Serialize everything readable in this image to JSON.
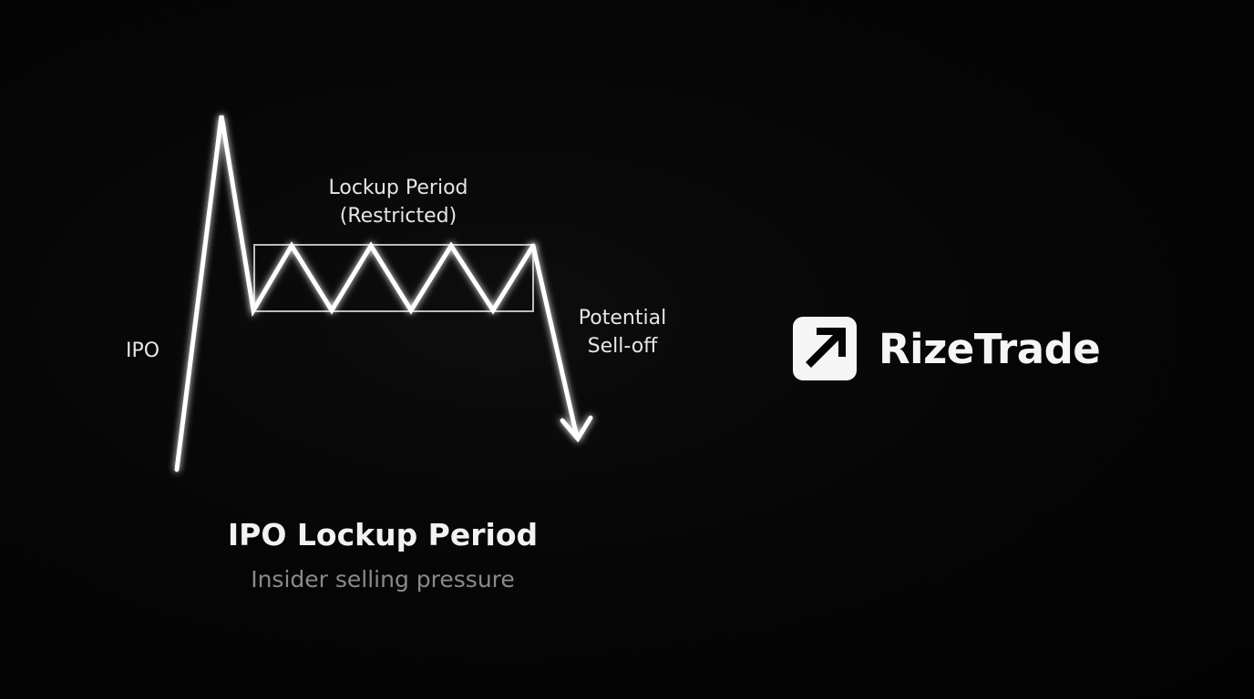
{
  "diagram": {
    "labels": {
      "ipo": "IPO",
      "lockup_line1": "Lockup Period",
      "lockup_line2": "(Restricted)",
      "selloff_line1": "Potential",
      "selloff_line2": "Sell-off"
    },
    "title": "IPO Lockup Period",
    "subtitle": "Insider selling pressure",
    "line_color": "#ffffff",
    "box_color": "#bdbdbd"
  },
  "brand": {
    "name": "RizeTrade",
    "logo_icon": "arrow-up-right-square-icon"
  }
}
